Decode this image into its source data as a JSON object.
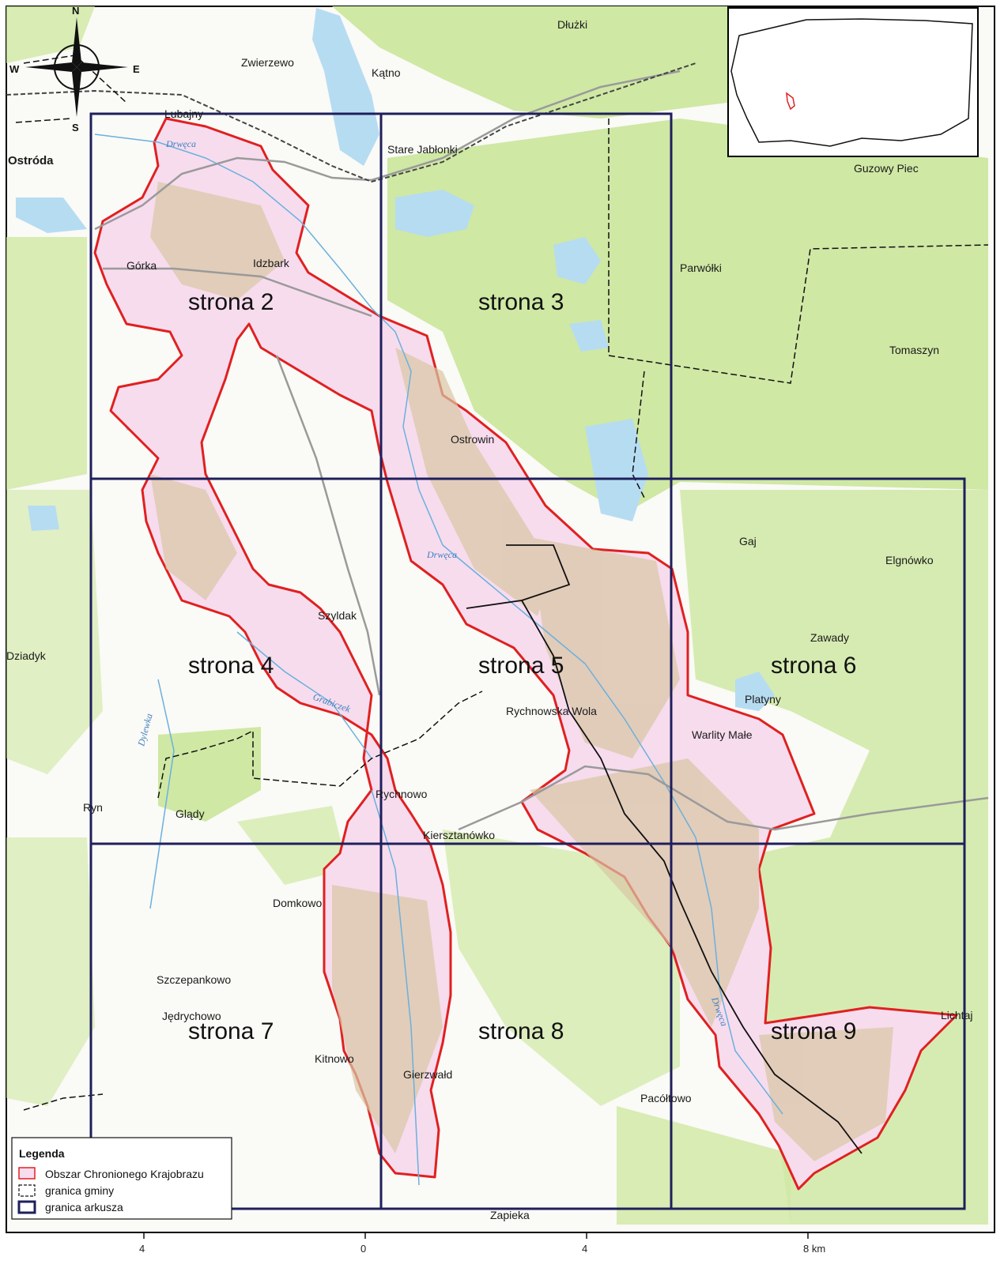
{
  "places": {
    "lubajny": "Lubajny",
    "zwierzewo": "Zwierzewo",
    "katno": "Kątno",
    "dluzki": "Dłużki",
    "ostroda": "Ostróda",
    "stare_jablonki": "Stare Jabłonki",
    "guzowy_piec": "Guzowy Piec",
    "gorka": "Górka",
    "idzbark": "Idzbark",
    "parwolki": "Parwółki",
    "tomaszyn": "Tomaszyn",
    "ostrowin": "Ostrowin",
    "gaj": "Gaj",
    "elgnowko": "Elgnówko",
    "szyldak": "Szyldak",
    "zawady": "Zawady",
    "dziadyk": "Dziadyk",
    "platyny": "Platyny",
    "rychnowska_wola": "Rychnowska Wola",
    "warlity_male": "Warlity Małe",
    "rychnowo": "Rychnowo",
    "ryn": "Ryn",
    "glady": "Glądy",
    "kiersztanowko": "Kiersztanówko",
    "domkowo": "Domkowo",
    "szczepankowo": "Szczepankowo",
    "jedrychowo": "Jędrychowo",
    "lichtaj": "Lichtaj",
    "kitnowo": "Kitnowo",
    "gierzwald": "Gierzwałd",
    "pacoltowo": "Pacółtowo",
    "zapieka": "Zapieka"
  },
  "rivers": {
    "drweca1": "Drwęca",
    "drweca2": "Drwęca",
    "drweca3": "Drwęca",
    "grabiczek": "Grabiczek",
    "dylewka": "Dylewka"
  },
  "sheets": {
    "s2": "strona 2",
    "s3": "strona 3",
    "s4": "strona 4",
    "s5": "strona 5",
    "s6": "strona 6",
    "s7": "strona 7",
    "s8": "strona 8",
    "s9": "strona 9"
  },
  "compass": {
    "n": "N",
    "s": "S",
    "e": "E",
    "w": "W"
  },
  "legend": {
    "title": "Legenda",
    "items": [
      {
        "label": "Obszar Chronionego Krajobrazu",
        "color": "#e02020"
      },
      {
        "label": "granica gminy",
        "color": "#111111"
      },
      {
        "label": "granica arkusza",
        "color": "#1f1f5c"
      }
    ]
  },
  "scale_ticks": [
    "4",
    "0",
    "4",
    "8 km"
  ],
  "colors": {
    "forest": "#cfe8a4",
    "water": "#b6dcf2",
    "protected_area_fill": "#f7dcee",
    "protected_area_border": "#e02020",
    "sheet_grid": "#1f1f5c",
    "roads": "#9a9a9a"
  }
}
